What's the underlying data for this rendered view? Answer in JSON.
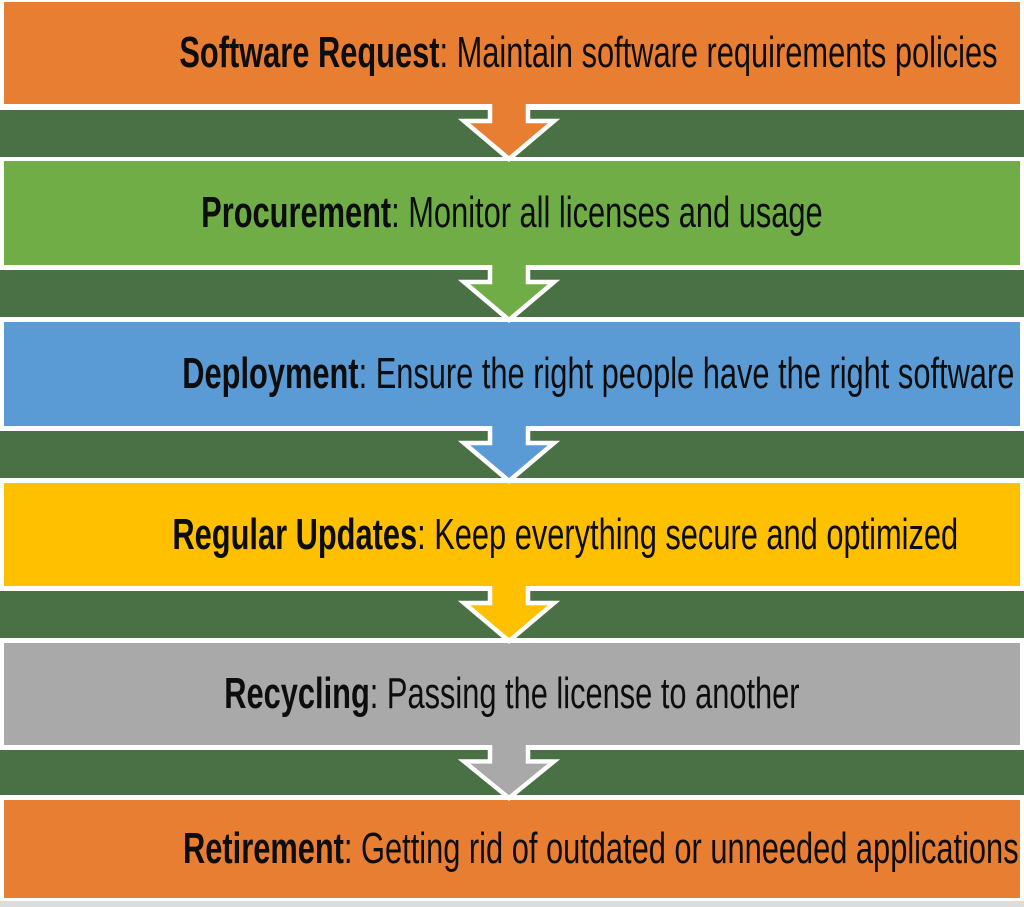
{
  "diagram": {
    "separator": ": ",
    "colors": {
      "background": "#FFFFFF",
      "band": "#4A7146",
      "arrow_outline": "#FFFFFF",
      "text": "#0D0D0D",
      "bottom_shadow": "#DCDCDC"
    },
    "steps": [
      {
        "term": "Software Request",
        "description": "Maintain software requirements policies",
        "color": "#E87E32"
      },
      {
        "term": "Procurement",
        "description": "Monitor all licenses and usage",
        "color": "#70AD47"
      },
      {
        "term": "Deployment",
        "description": "Ensure the right people have the right software",
        "color": "#5B9BD5"
      },
      {
        "term": "Regular Updates",
        "description": "Keep everything secure and optimized",
        "color": "#FFC000"
      },
      {
        "term": "Recycling",
        "description": "Passing the license to another",
        "color": "#A9A9A9"
      },
      {
        "term": "Retirement",
        "description": "Getting rid of outdated or unneeded applications",
        "color": "#E87E32"
      }
    ]
  }
}
